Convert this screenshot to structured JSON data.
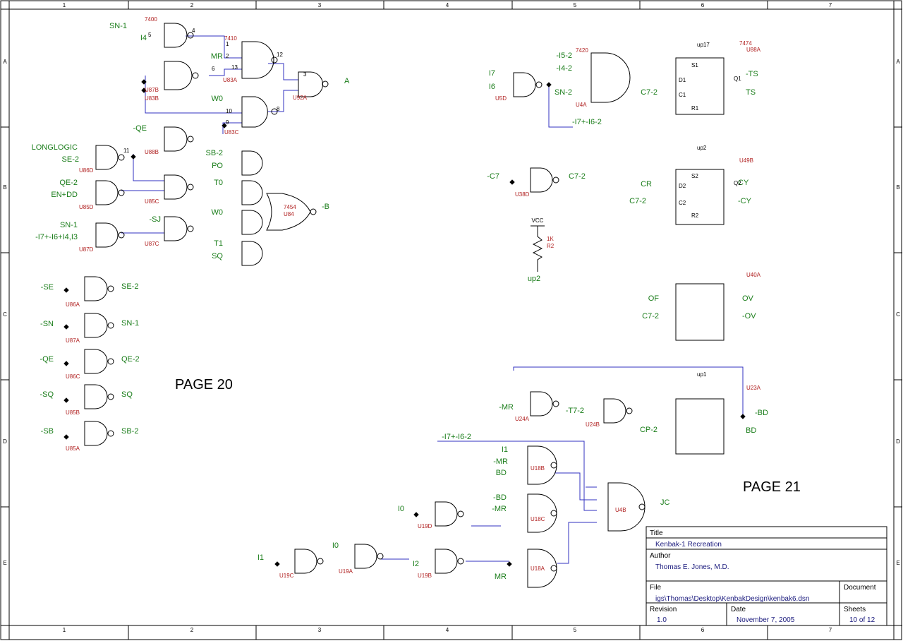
{
  "columns": [
    "1",
    "2",
    "3",
    "4",
    "5",
    "6",
    "7"
  ],
  "rows": [
    "A",
    "B",
    "C",
    "D",
    "E"
  ],
  "page_labels": [
    "PAGE 20",
    "PAGE 21"
  ],
  "title_block": {
    "title_label": "Title",
    "title": "Kenbak-1 Recreation",
    "author_label": "Author",
    "author": "Thomas E. Jones, M.D.",
    "file_label": "File",
    "file": "igs\\Thomas\\Desktop\\KenbakDesign\\kenbak6.dsn",
    "document_label": "Document",
    "revision_label": "Revision",
    "revision": "1.0",
    "date_label": "Date",
    "date": "November 7, 2005",
    "sheets_label": "Sheets",
    "sheets": "10 of 12"
  },
  "net_labels": [
    "SN-1",
    "I4",
    "MR",
    "W0",
    "-QE",
    "LONGLOGIC",
    "SE-2",
    "QE-2",
    "EN+DD",
    "SN-1",
    "-I7+-I6+I4,I3",
    "-SJ",
    "SB-2",
    "PO",
    "T0",
    "W0",
    "T1",
    "SQ",
    "A",
    "-B",
    "-SE",
    "SE-2",
    "-SN",
    "SN-1",
    "-QE",
    "QE-2",
    "-SQ",
    "SQ",
    "-SB",
    "SB-2",
    "I7",
    "I6",
    "-I5-2",
    "-I4-2",
    "SN-2",
    "C7-2",
    "-TS",
    "TS",
    "-I7+-I6-2",
    "-C7",
    "C7-2",
    "CR",
    "C7-2",
    "CY",
    "-CY",
    "OF",
    "C7-2",
    "OV",
    "-OV",
    "VCC",
    "up2",
    "-MR",
    "-T7-2",
    "CP-2",
    "-BD",
    "BD",
    "-I7+-I6-2",
    "I1",
    "-MR",
    "BD",
    "-BD",
    "-MR",
    "I0",
    "I1",
    "I0",
    "I2",
    "MR",
    "JC"
  ],
  "part_labels": [
    "7400",
    "U87B",
    "7410",
    "U83A",
    "U83B",
    "U83C",
    "U92A",
    "U88B",
    "U86D",
    "U85D",
    "U87D",
    "U85C",
    "U87C",
    "7454",
    "U84",
    "U86A",
    "U87A",
    "U86C",
    "U85B",
    "U85A",
    "U5D",
    "7420",
    "U4A",
    "7474",
    "U88A",
    "U49B",
    "U38D",
    "1K",
    "R2",
    "U40A",
    "U24A",
    "U24B",
    "U23A",
    "U18B",
    "U18C",
    "U19D",
    "U4B",
    "U19A",
    "U19C",
    "U19B",
    "U18A"
  ],
  "pin_labels": [
    "4",
    "5",
    "6",
    "1",
    "2",
    "12",
    "13",
    "3",
    "11",
    "10",
    "9",
    "8",
    "S1",
    "R1",
    "D1",
    "C1",
    "Q1",
    "D2",
    "C2",
    "Q2",
    "S2",
    "R2",
    "up17",
    "up2",
    "up1"
  ]
}
